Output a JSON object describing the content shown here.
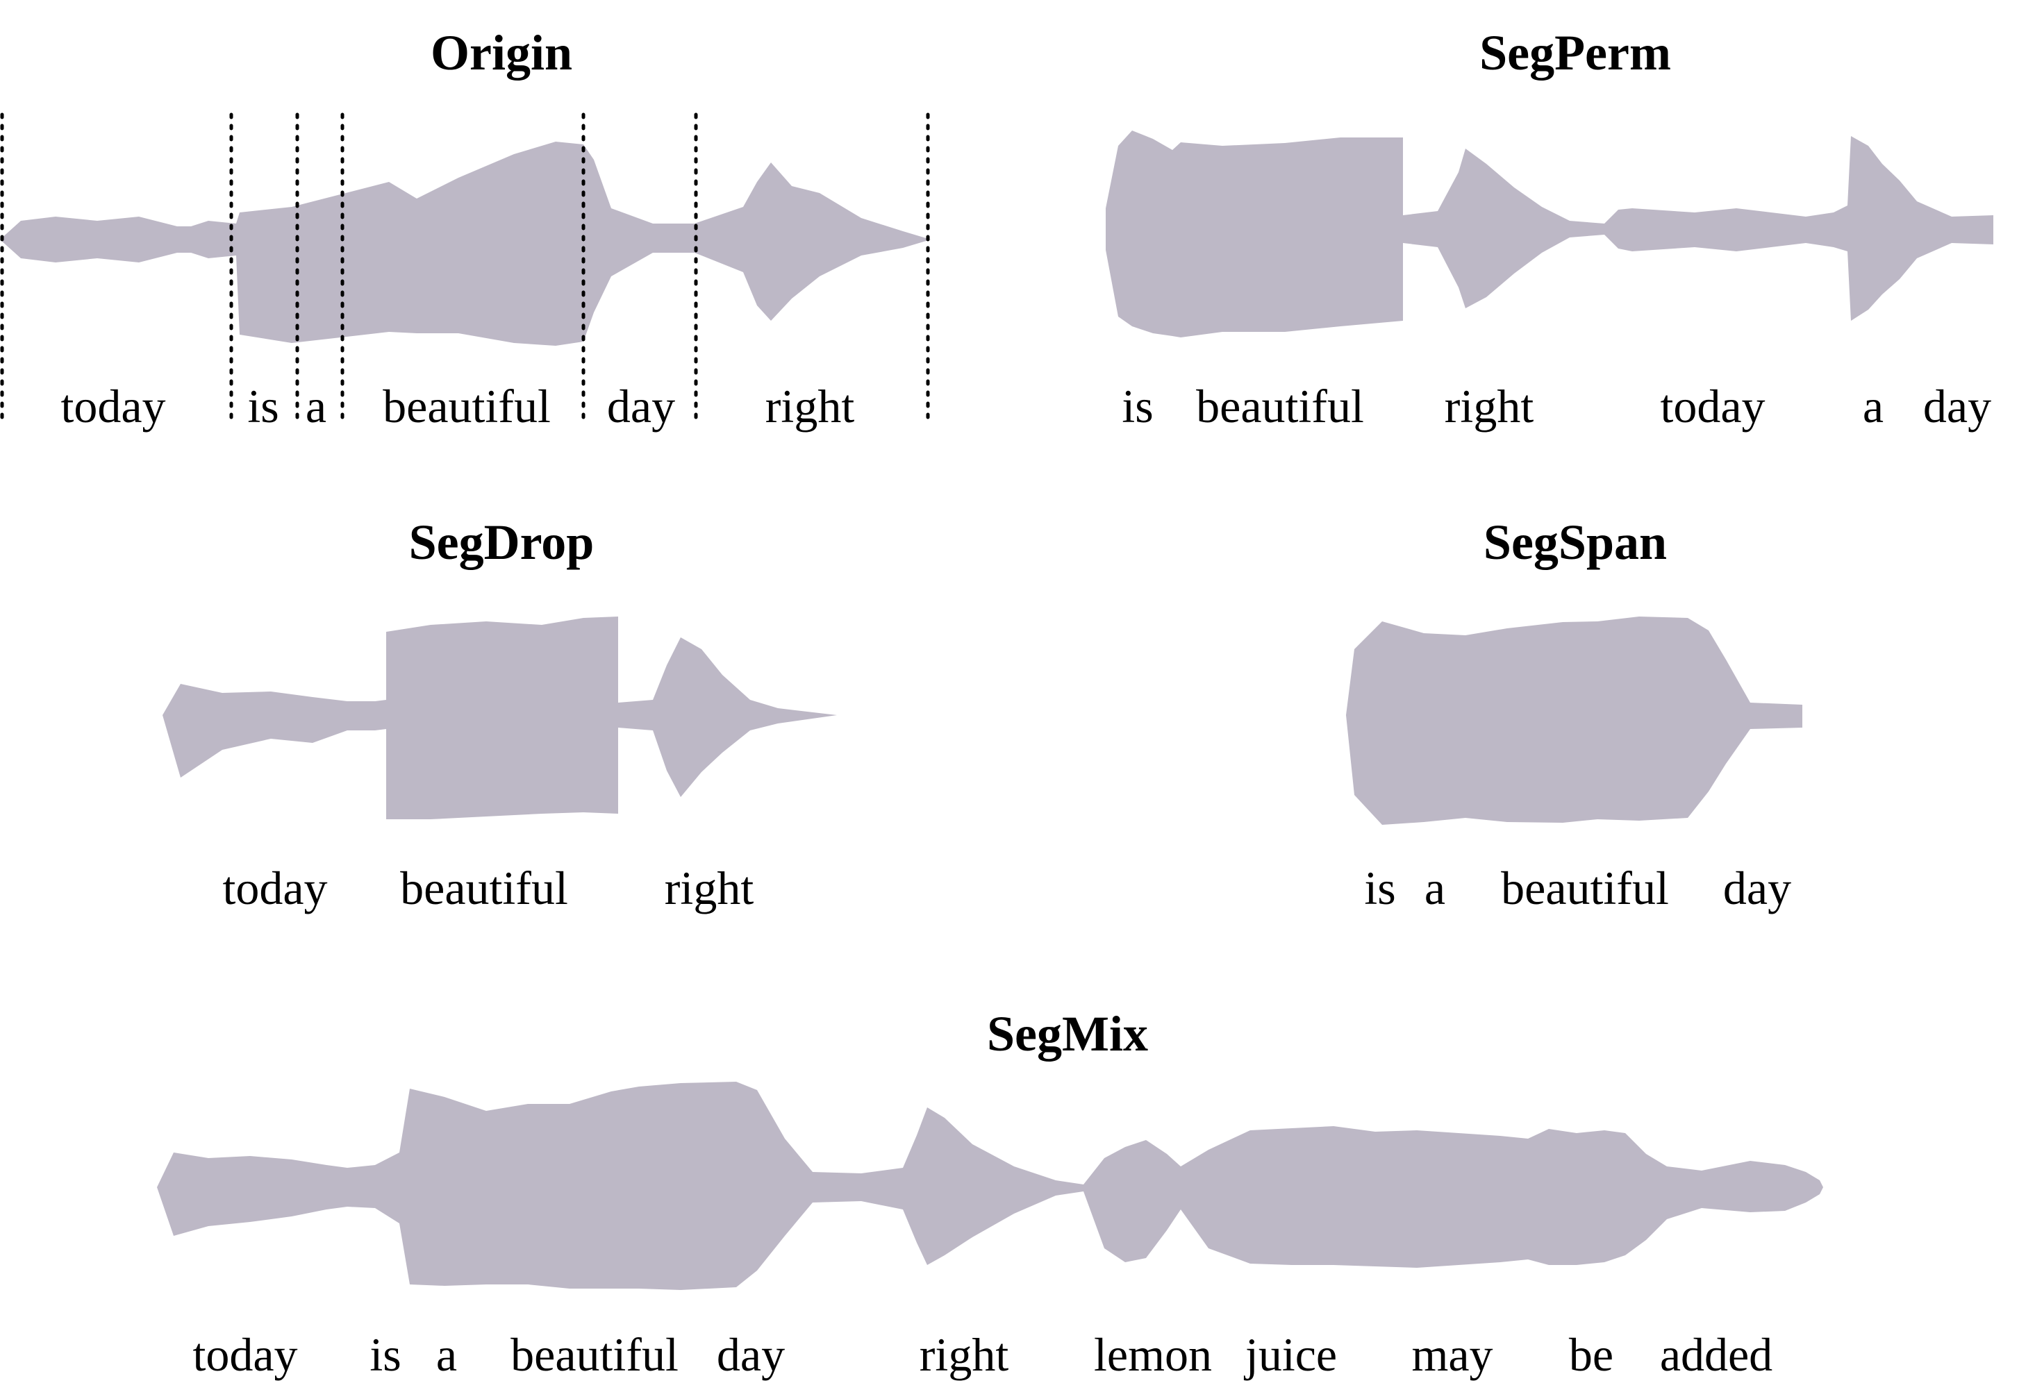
{
  "colors": {
    "waveform": "#bdb8c6",
    "text": "#000000"
  },
  "panels": {
    "origin": {
      "title": "Origin",
      "words": [
        "today",
        "is",
        "a",
        "beautiful",
        "day",
        "right"
      ]
    },
    "segperm": {
      "title": "SegPerm",
      "words": [
        "is",
        "beautiful",
        "right",
        "today",
        "a",
        "day"
      ]
    },
    "segdrop": {
      "title": "SegDrop",
      "words": [
        "today",
        "beautiful",
        "right"
      ]
    },
    "segspan": {
      "title": "SegSpan",
      "words": [
        "is",
        "a",
        "beautiful",
        "day"
      ]
    },
    "segmix": {
      "title": "SegMix",
      "words": [
        "today",
        "is",
        "a",
        "beautiful",
        "day",
        "right",
        "lemon",
        "juice",
        "may",
        "be",
        "added"
      ]
    }
  }
}
